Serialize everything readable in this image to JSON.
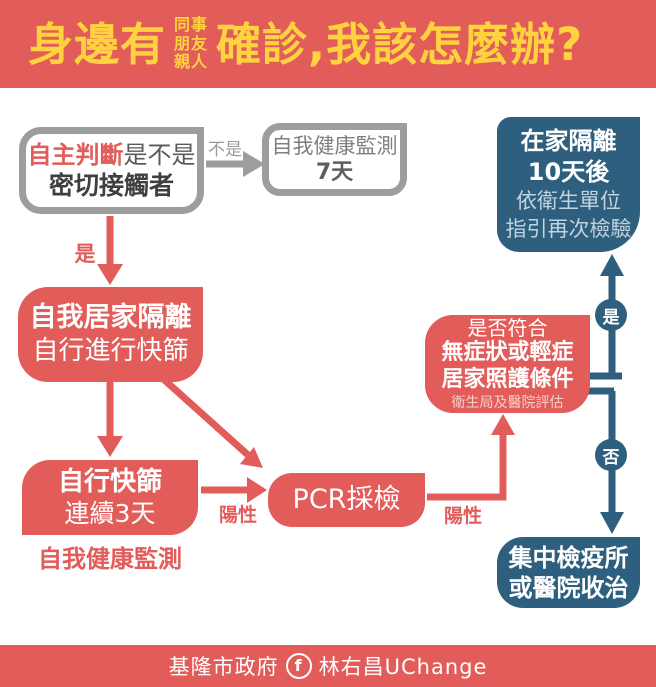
{
  "colors": {
    "red": "#E25C5A",
    "yellow": "#FFD23F",
    "blue": "#2F5F7E",
    "gray_border": "#9D9D9D"
  },
  "header": {
    "title_left": "身邊有",
    "stacked": [
      "同事",
      "朋友",
      "親人"
    ],
    "title_right": "確診,我該怎麼辦?"
  },
  "flow": {
    "box_judge": {
      "highlight": "自主判斷",
      "rest": "是不是",
      "line2": "密切接觸者"
    },
    "label_not": "不是",
    "box_monitor7": {
      "line1": "自我健康監測",
      "line2": "7天"
    },
    "label_yes": "是",
    "box_home_iso": {
      "line1": "自我居家隔離",
      "line2": "自行進行快篩"
    },
    "box_rapid": {
      "line1": "自行快篩",
      "line2": "連續3天",
      "below": "自我健康監測"
    },
    "label_positive1": "陽性",
    "box_pcr": {
      "label": "PCR採檢"
    },
    "label_positive2": "陽性",
    "box_criteria": {
      "line1": "是否符合",
      "line2": "無症狀或輕症",
      "line3": "居家照護條件",
      "line4": "衛生局及醫院評估"
    },
    "node_yes": "是",
    "node_no": "否",
    "box_home10": {
      "line1": "在家隔離",
      "line2": "10天後",
      "line3": "依衛生單位",
      "line4": "指引再次檢驗"
    },
    "box_central": {
      "line1": "集中檢疫所",
      "line2": "或醫院收治"
    }
  },
  "footer": {
    "org": "基隆市政府",
    "fb": "f",
    "account": "林右昌UChange"
  }
}
